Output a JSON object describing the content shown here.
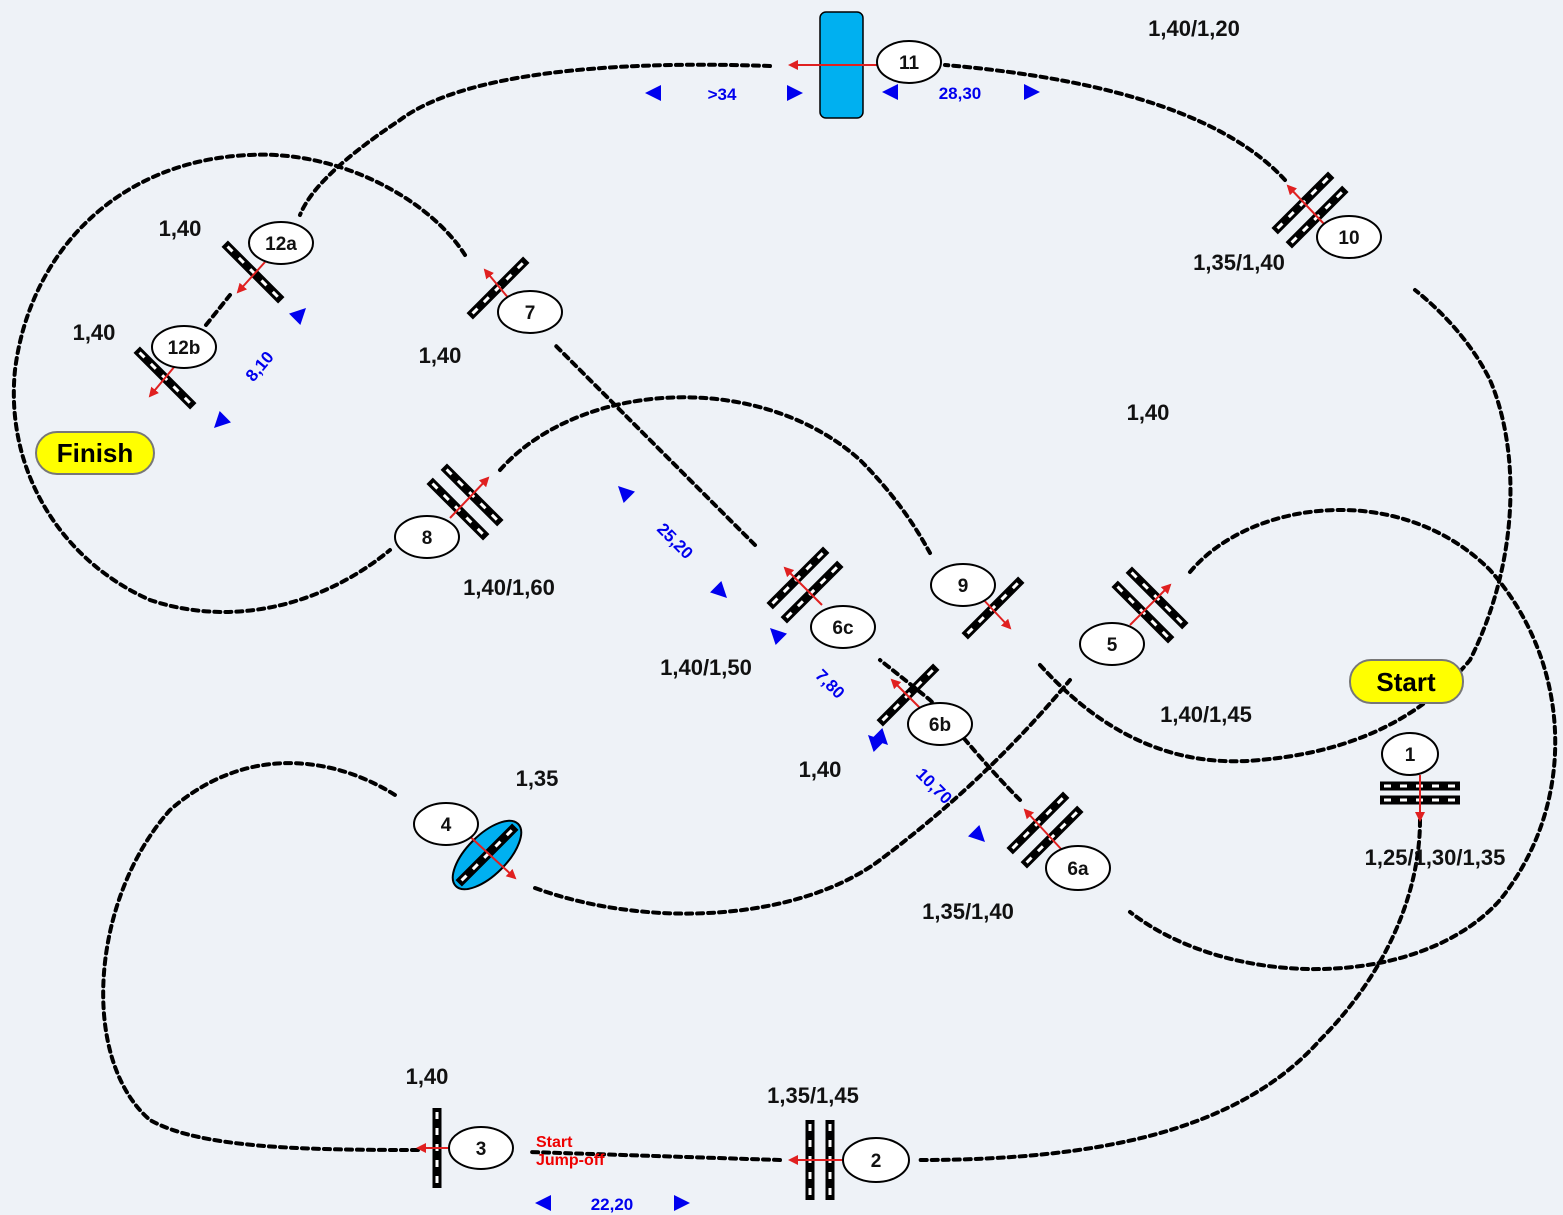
{
  "colors": {
    "background": "#eef2f7",
    "path": "#000000",
    "distance_text": "#0000ee",
    "direction_arrow": "#e02020",
    "water": "#00b0f0",
    "start_finish_badge": "#ffff00"
  },
  "start_label": "Start",
  "finish_label": "Finish",
  "jumpoff": {
    "line1": "Start",
    "line2": "Jump-off"
  },
  "obstacles": {
    "o1": {
      "number": "1",
      "height": "1,25/1,30/1,35"
    },
    "o2": {
      "number": "2",
      "height": "1,35/1,45"
    },
    "o3": {
      "number": "3",
      "height": "1,40"
    },
    "o4": {
      "number": "4",
      "height": "1,35"
    },
    "o5": {
      "number": "5",
      "height": "1,40/1,45"
    },
    "o6a": {
      "number": "6a",
      "height": "1,35/1,40"
    },
    "o6b": {
      "number": "6b",
      "height": "1,40"
    },
    "o6c": {
      "number": "6c",
      "height": "1,40/1,50"
    },
    "o7": {
      "number": "7",
      "height": "1,40"
    },
    "o8": {
      "number": "8",
      "height": "1,40/1,60"
    },
    "o9": {
      "number": "9",
      "height": "1,40"
    },
    "o10": {
      "number": "10",
      "height": "1,35/1,40"
    },
    "o11": {
      "number": "11",
      "height": "1,40/1,20"
    },
    "o12a": {
      "number": "12a",
      "height": "1,40"
    },
    "o12b": {
      "number": "12b",
      "height": "1,40"
    }
  },
  "distances": {
    "d_2_3": "22,20",
    "d_6a_6b": "10,70",
    "d_6b_6c": "7,80",
    "d_7_6c": "25,20",
    "d_12": "8,10",
    "d_11_before": ">34",
    "d_11_after": "28,30"
  }
}
